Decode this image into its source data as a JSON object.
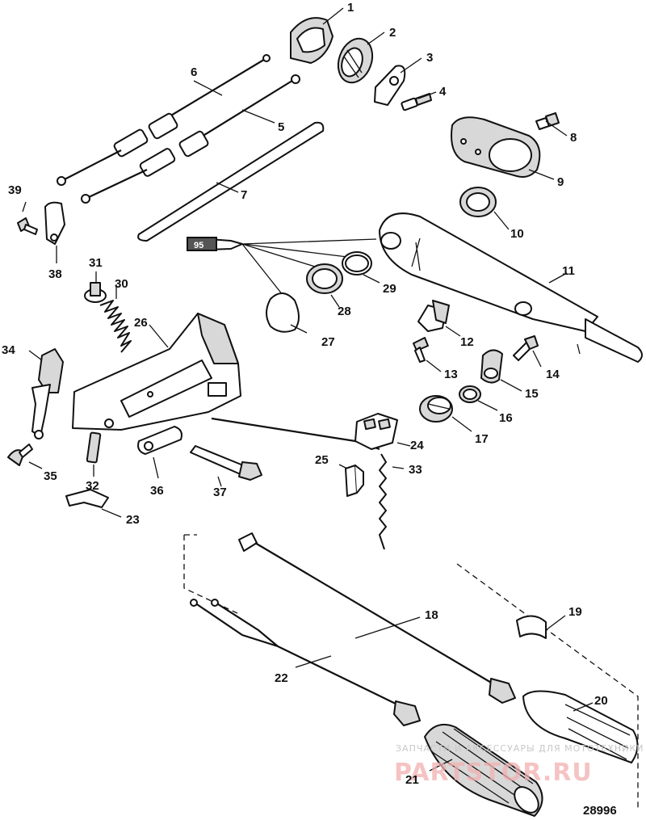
{
  "diagram": {
    "figure_number": "28996",
    "sealant_tube_label": "95",
    "watermark": {
      "line1": "ЗАПЧАСТИ И АКСЕССУАРЫ ДЛЯ МОТОТЕХНИКИ",
      "line2": "PARTSTOR.RU"
    },
    "part_numbers": [
      "1",
      "2",
      "3",
      "4",
      "5",
      "6",
      "7",
      "8",
      "9",
      "10",
      "11",
      "12",
      "13",
      "14",
      "15",
      "16",
      "17",
      "18",
      "19",
      "20",
      "21",
      "22",
      "23",
      "24",
      "25",
      "26",
      "27",
      "28",
      "29",
      "30",
      "31",
      "32",
      "33",
      "34",
      "35",
      "36",
      "37",
      "38",
      "39"
    ]
  }
}
